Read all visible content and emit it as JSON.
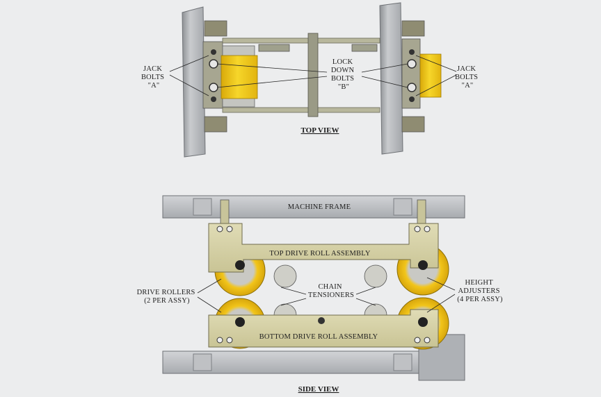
{
  "top_view": {
    "title": "TOP VIEW",
    "jack_bolts_left": [
      "JACK",
      "BOLTS",
      "\"A\""
    ],
    "lock_down_bolts": [
      "LOCK",
      "DOWN",
      "BOLTS",
      "\"B\""
    ],
    "jack_bolts_right": [
      "JACK",
      "BOLTS",
      "\"A\""
    ]
  },
  "side_view": {
    "title": "SIDE VIEW",
    "machine_frame": "MACHINE FRAME",
    "top_drive_roll_assembly": "TOP DRIVE ROLL ASSEMBLY",
    "bottom_drive_roll_assembly": "BOTTOM DRIVE ROLL ASSEMBLY",
    "drive_rollers": [
      "DRIVE ROLLERS",
      "(2 PER ASSY)"
    ],
    "chain_tensioners": [
      "CHAIN",
      "TENSIONERS"
    ],
    "height_adjusters": [
      "HEIGHT",
      "ADJUSTERS",
      "(4 PER ASSY)"
    ]
  },
  "colors": {
    "background": "#ecedee",
    "frame_gray": "#b9bcc0",
    "assembly_olive": "#d4d0a4",
    "roller_yellow": "#f0c419",
    "block_yellow": "#f3d21a"
  }
}
